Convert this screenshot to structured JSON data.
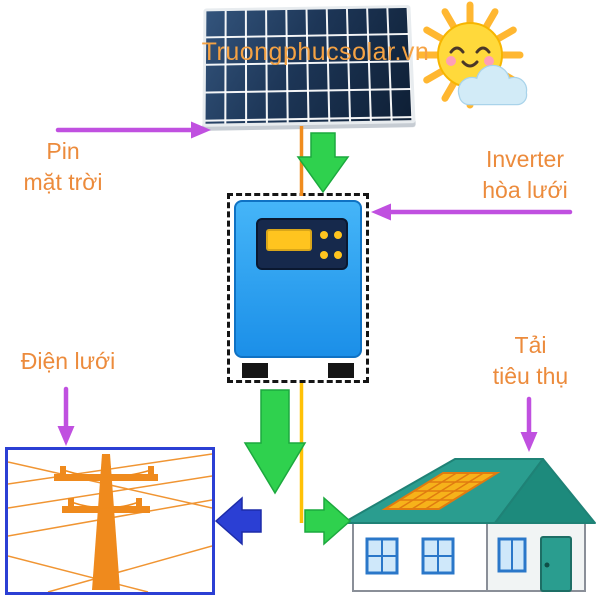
{
  "watermark": "Truongphucsolar.vn",
  "labels": {
    "solar": {
      "line1": "Pin",
      "line2": "mặt trời"
    },
    "inverter": {
      "line1": "Inverter",
      "line2": "hòa lưới"
    },
    "grid": "Điện lưới",
    "load": {
      "line1": "Tải",
      "line2": "tiêu thụ"
    }
  },
  "icons": {
    "solar-panel-icon": "dark-blue photovoltaic panel with white cell grid",
    "sun-icon": "smiling cartoon sun with rays",
    "cloud-icon": "light blue cloud",
    "inverter-icon": "blue grid-tie inverter box with yellow display, dashed outline",
    "power-pole-icon": "orange utility pole with crossing wires",
    "house-icon": "house with teal roof and rooftop solar panel",
    "down-arrow-icon": "thick green downward flow arrow",
    "left-arrow-icon": "thick blue leftward flow arrow",
    "right-arrow-icon": "thick green rightward flow arrow",
    "pointer-arrow-icon": "purple label pointer arrow"
  },
  "colors": {
    "label_text": "#EC8B3C",
    "watermark": "#F5A243",
    "arrow_purple": "#C050E0",
    "arrow_green": "#2FD14E",
    "arrow_blue": "#2B3FD4",
    "wire_top_orange": "#F08C1E",
    "wire_bottom_yellow": "#FFC107",
    "solar_panel_dark": "#1D3657",
    "inverter_body_blue": "#1E9DF2",
    "inverter_screen_yellow": "#FFC41F",
    "grid_box_border_blue": "#2B3FD4",
    "pole_orange": "#EF8A1D",
    "house_roof_teal": "#2A9D8F",
    "house_panel_yellow": "#F6B21A",
    "sun_yellow": "#FFD93B",
    "cloud_blue": "#D2EBF7"
  }
}
